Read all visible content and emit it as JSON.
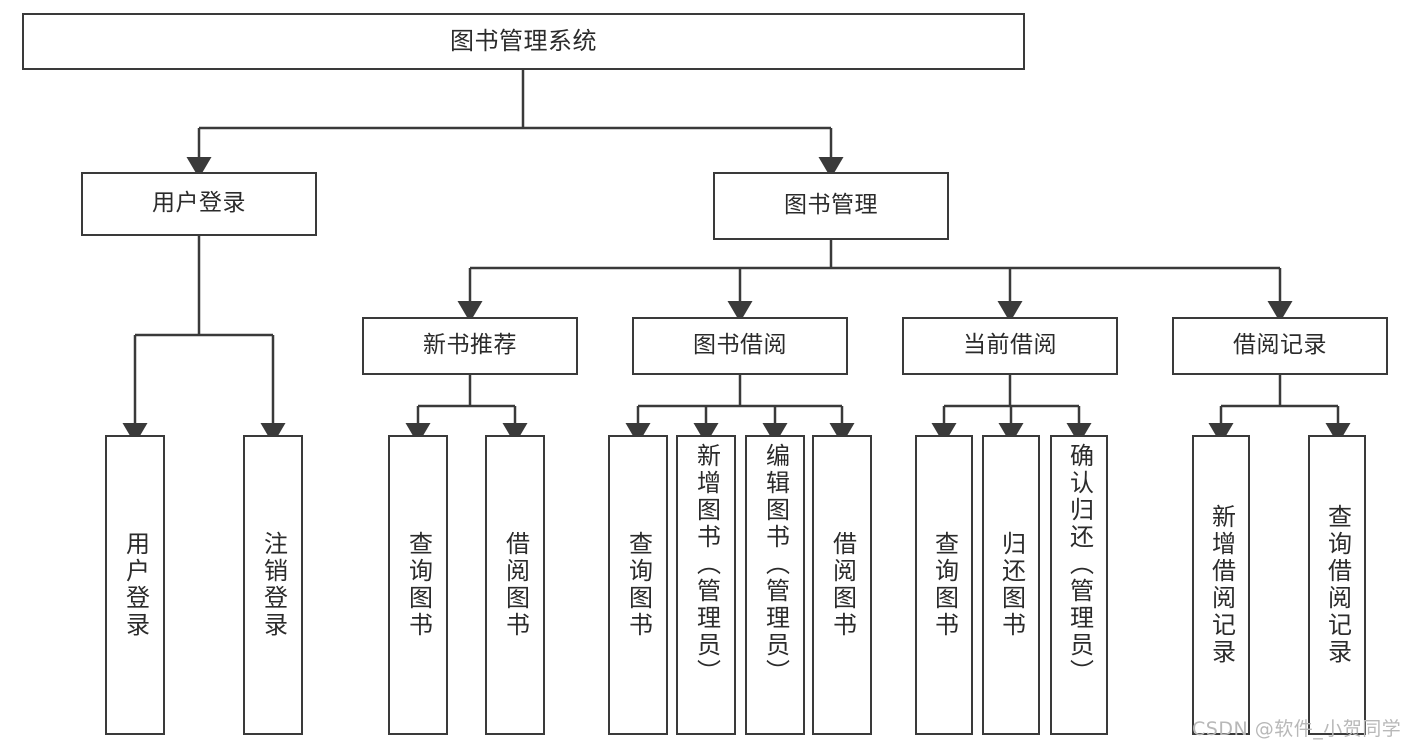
{
  "diagram": {
    "title": "图书管理系统",
    "type": "功能结构图",
    "watermark": "CSDN @软件_小贺同学",
    "colors": {
      "stroke": "#3a3a3a",
      "text": "#2b2b2b",
      "background": "#ffffff",
      "watermark": "#b8b8b8"
    },
    "nodes": {
      "root": {
        "label": "图书管理系统"
      },
      "level2": [
        {
          "id": "user-login",
          "label": "用户登录"
        },
        {
          "id": "book-manage",
          "label": "图书管理"
        }
      ],
      "level3": [
        {
          "id": "new-book-recommend",
          "label": "新书推荐"
        },
        {
          "id": "book-borrow",
          "label": "图书借阅"
        },
        {
          "id": "current-borrow",
          "label": "当前借阅"
        },
        {
          "id": "borrow-record",
          "label": "借阅记录"
        }
      ],
      "leaves": {
        "user_login": [
          {
            "id": "leaf-user-login",
            "label": "用户登录"
          },
          {
            "id": "leaf-logout-login",
            "label": "注销登录"
          }
        ],
        "new_book_recommend": [
          {
            "id": "leaf-query-book-1",
            "label": "查询图书"
          },
          {
            "id": "leaf-borrow-book-1",
            "label": "借阅图书"
          }
        ],
        "book_borrow": [
          {
            "id": "leaf-query-book-2",
            "label": "查询图书"
          },
          {
            "id": "leaf-add-book",
            "label": "新增图书（管理员）"
          },
          {
            "id": "leaf-edit-book",
            "label": "编辑图书（管理员）"
          },
          {
            "id": "leaf-borrow-book-2",
            "label": "借阅图书"
          }
        ],
        "current_borrow": [
          {
            "id": "leaf-query-book-3",
            "label": "查询图书"
          },
          {
            "id": "leaf-return-book",
            "label": "归还图书"
          },
          {
            "id": "leaf-confirm-return",
            "label": "确认归还（管理员）"
          }
        ],
        "borrow_record": [
          {
            "id": "leaf-add-borrow-record",
            "label": "新增借阅记录"
          },
          {
            "id": "leaf-query-borrow-record",
            "label": "查询借阅记录"
          }
        ]
      }
    }
  }
}
